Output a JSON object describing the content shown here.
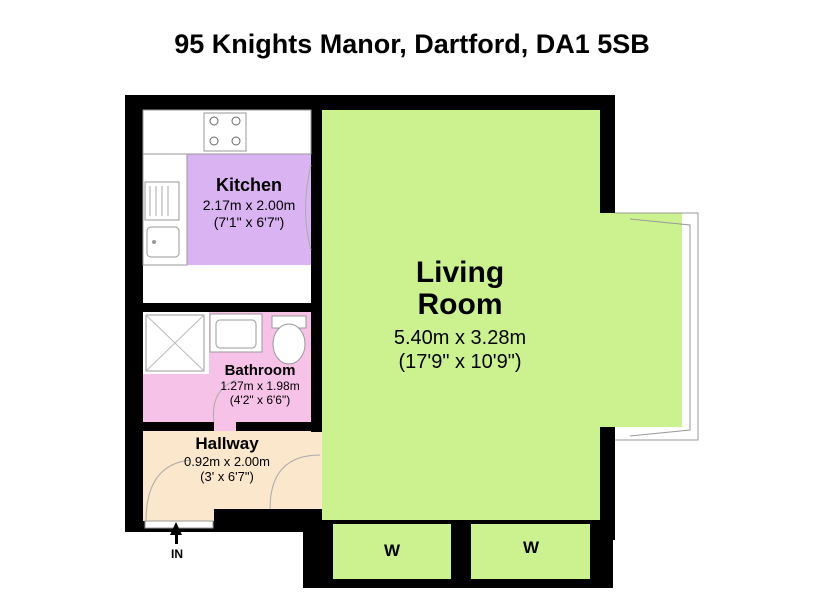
{
  "title": "95 Knights Manor, Dartford, DA1 5SB",
  "rooms": {
    "living": {
      "name_line1": "Living",
      "name_line2": "Room",
      "dim_metric": "5.40m x 3.28m",
      "dim_imperial": "(17'9\" x 10'9\")"
    },
    "kitchen": {
      "name": "Kitchen",
      "dim_metric": "2.17m x 2.00m",
      "dim_imperial": "(7'1\" x 6'7\")"
    },
    "bathroom": {
      "name": "Bathroom",
      "dim_metric": "1.27m x 1.98m",
      "dim_imperial": "(4'2\" x 6'6\")"
    },
    "hallway": {
      "name": "Hallway",
      "dim_metric": "0.92m x 2.00m",
      "dim_imperial": "(3' x 6'7\")"
    }
  },
  "labels": {
    "wardrobe": "W",
    "entrance": "IN"
  },
  "colors": {
    "living": "#ccf28f",
    "kitchen": "#d9b3f2",
    "bathroom": "#f7c2e8",
    "hallway": "#fbe7cc",
    "wall": "#000000",
    "fixture": "#ffffff"
  }
}
